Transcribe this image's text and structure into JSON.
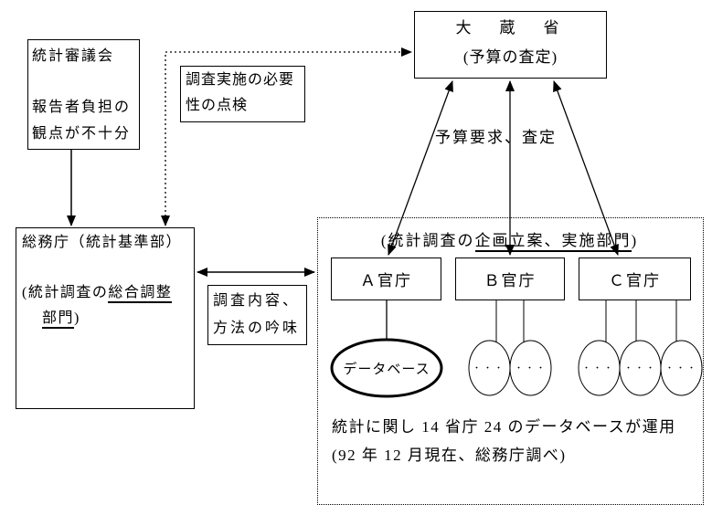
{
  "review_box": {
    "line1": "統計審議会",
    "line2": "報告者負担の",
    "line3": "観点が不十分"
  },
  "necessity_box": {
    "line1": "調査実施の必要",
    "line2": "性の点検"
  },
  "mof_box": {
    "title": "大　蔵　省",
    "subtitle": "(予算の査定)"
  },
  "budget_label": "予算要求、査定",
  "somucho_box": {
    "line1": "総務庁（統計基準部）",
    "line2_prefix": "(統計調査の",
    "line2_underlined": "総合調整",
    "line3_underlined": "部門",
    "line3_suffix": ")"
  },
  "survey_box": {
    "line1": "調査内容、",
    "line2": "方法の吟味"
  },
  "planning_area": {
    "heading_prefix": "(統計調査の",
    "heading_underlined": "企画立案、実施部門",
    "heading_suffix": ")",
    "agencies": [
      {
        "label": "Ａ官庁"
      },
      {
        "label": "Ｂ官庁"
      },
      {
        "label": "Ｃ官庁"
      }
    ],
    "database_label": "データベース",
    "dots": "・・・",
    "note_line1": "統計に関し 14 省庁 24 のデータベースが運用",
    "note_line2": "(92 年 12 月現在、総務庁調べ)"
  },
  "colors": {
    "line": "#000000",
    "background": "#ffffff"
  }
}
